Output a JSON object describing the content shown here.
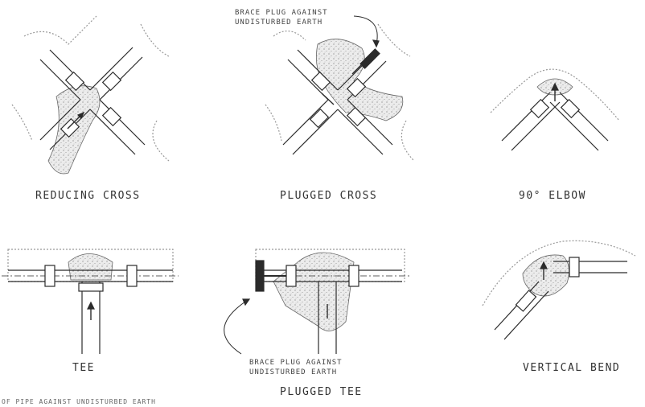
{
  "fittings": [
    {
      "id": "reducing-cross",
      "label": "REDUCING CROSS"
    },
    {
      "id": "plugged-cross",
      "label": "PLUGGED CROSS"
    },
    {
      "id": "elbow-90",
      "label": "90° ELBOW"
    },
    {
      "id": "tee",
      "label": "TEE"
    },
    {
      "id": "plugged-tee",
      "label": "PLUGGED TEE"
    },
    {
      "id": "vertical-bend",
      "label": "VERTICAL BEND"
    }
  ],
  "notes": {
    "brace_plug_line1": "BRACE PLUG AGAINST",
    "brace_plug_line2": "UNDISTURBED EARTH",
    "cropped_footer": "OF PIPE AGAINST UNDISTURBED EARTH"
  },
  "colors": {
    "ink": "#2b2b2b",
    "concrete": "#e4e4e4"
  }
}
